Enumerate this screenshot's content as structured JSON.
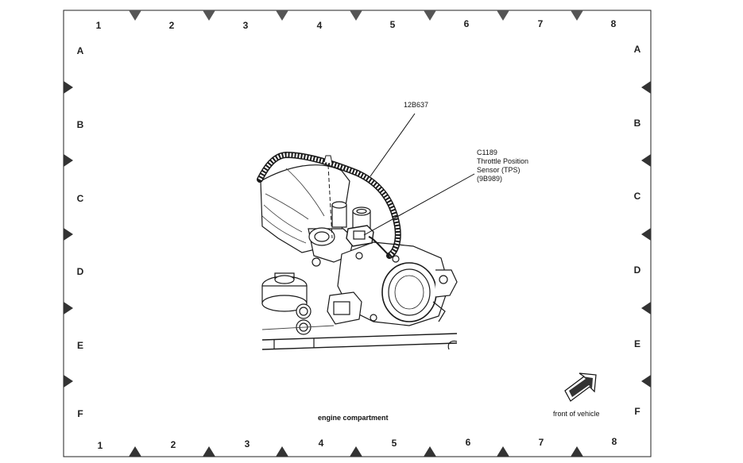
{
  "grid": {
    "columns": [
      "1",
      "2",
      "3",
      "4",
      "5",
      "6",
      "7",
      "8"
    ],
    "rows": [
      "A",
      "B",
      "C",
      "D",
      "E",
      "F"
    ]
  },
  "callouts": {
    "harness_part_number": "12B637",
    "connector_id": "C1189",
    "connector_name_line1": "Throttle Position",
    "connector_name_line2": "Sensor (TPS)",
    "connector_part_number": "(9B989)"
  },
  "view_caption": "engine compartment",
  "orientation": {
    "label": "front of vehicle",
    "icon": "front-arrow-icon"
  }
}
